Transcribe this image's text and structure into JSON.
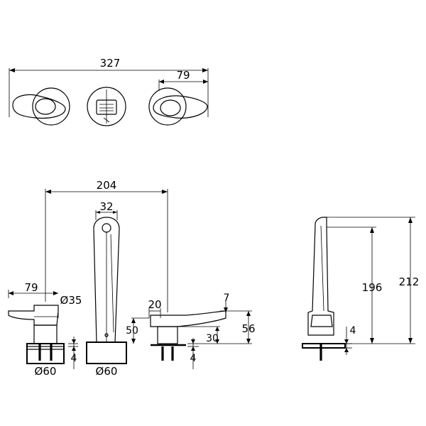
{
  "drawing": {
    "top_view": {
      "overall_width": "327",
      "handle_offset": "79"
    },
    "front_view": {
      "spout_spacing": "204",
      "spout_width": "32",
      "lever_reach": "79",
      "lever_diameter": "Ø35",
      "base_left": "Ø60",
      "base_center": "Ø60",
      "washer_left": "4",
      "lever_block_width": "20",
      "lever_tip": "7",
      "body_height": "50",
      "lever_height": "56",
      "body_lower": "30",
      "washer_right": "4"
    },
    "side_view": {
      "outlet_height": "196",
      "overall_height": "212",
      "washer": "4"
    }
  }
}
